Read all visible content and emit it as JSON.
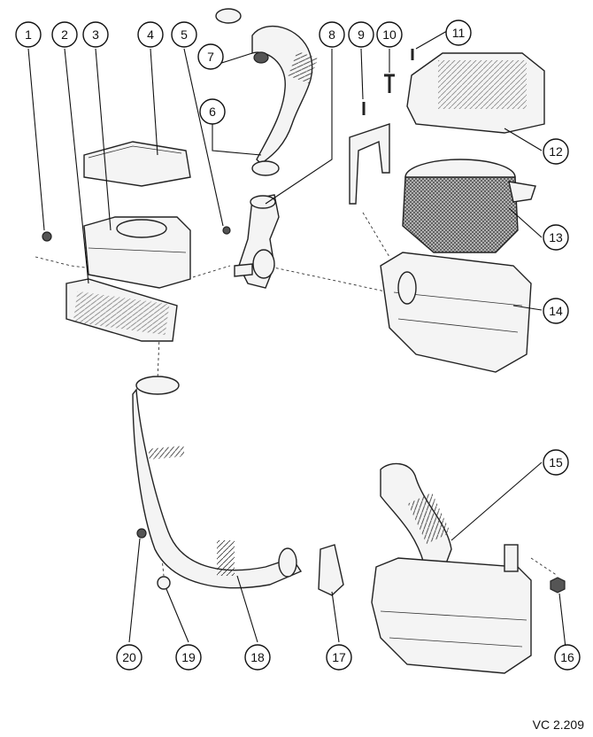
{
  "diagram": {
    "callouts": [
      "1",
      "2",
      "3",
      "4",
      "5",
      "6",
      "7",
      "8",
      "9",
      "10",
      "11",
      "12",
      "13",
      "14",
      "15",
      "16",
      "17",
      "18",
      "19",
      "20"
    ],
    "reference_code": "VC 2.209"
  }
}
